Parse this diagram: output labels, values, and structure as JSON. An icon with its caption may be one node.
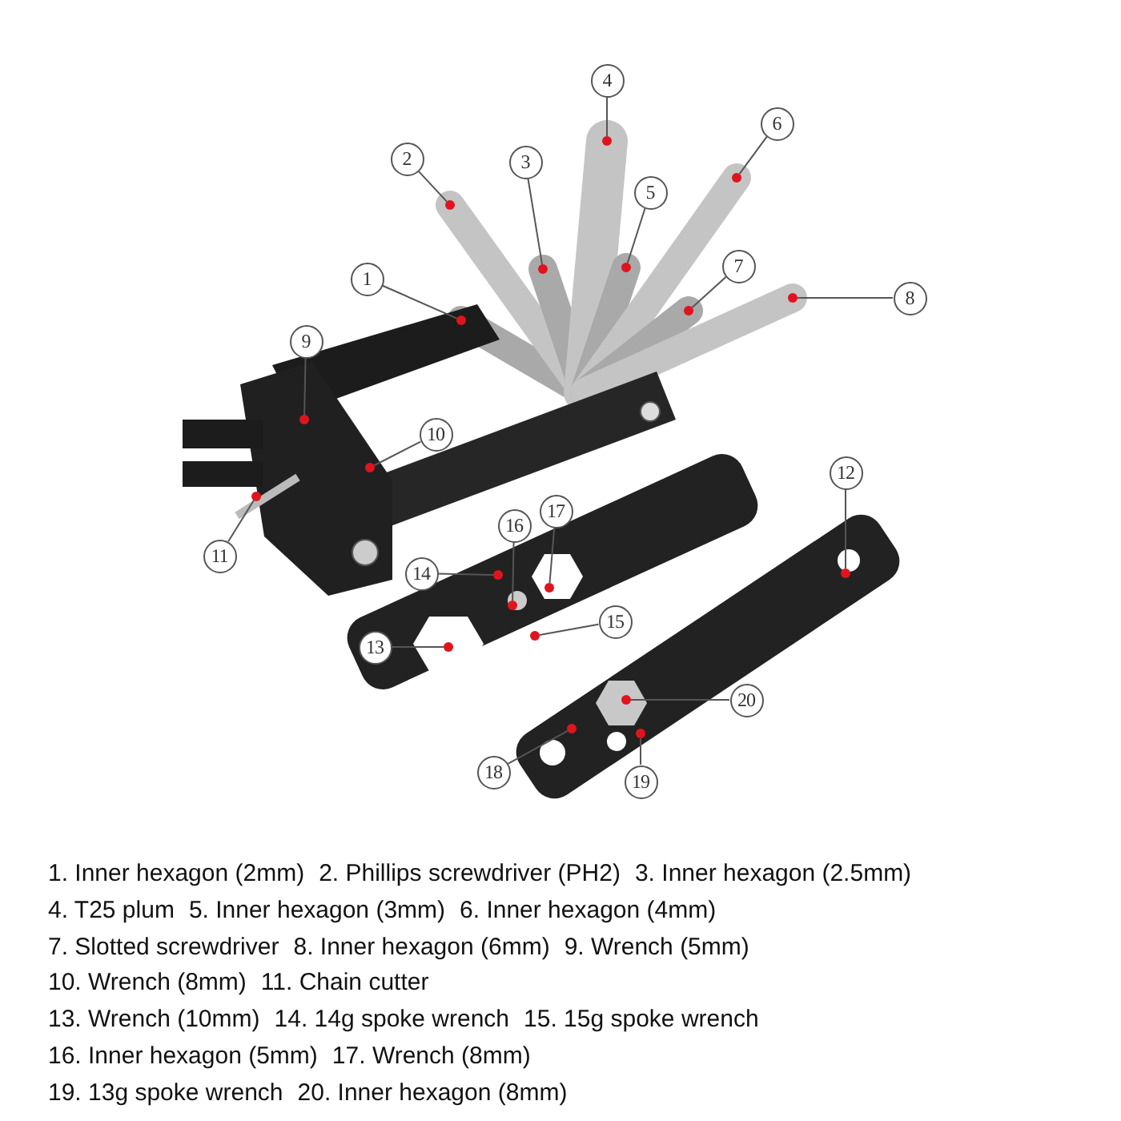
{
  "diagram": {
    "nodes": [
      {
        "text": [
          "1"
        ]
      },
      {
        "text": [
          "2"
        ]
      },
      {
        "text": [
          "3"
        ]
      },
      {
        "text": [
          "4"
        ]
      },
      {
        "text": [
          "5"
        ]
      },
      {
        "text": [
          "6"
        ]
      },
      {
        "text": [
          "7"
        ]
      },
      {
        "text": [
          "8"
        ]
      },
      {
        "text": [
          "9"
        ]
      },
      {
        "text": [
          "10"
        ]
      },
      {
        "text": [
          "11"
        ]
      },
      {
        "text": [
          "12"
        ]
      },
      {
        "text": [
          "13"
        ]
      },
      {
        "text": [
          "14"
        ]
      },
      {
        "text": [
          "15"
        ]
      },
      {
        "text": [
          "16"
        ]
      },
      {
        "text": [
          "17"
        ]
      },
      {
        "text": [
          "18"
        ]
      },
      {
        "text": [
          "19"
        ]
      },
      {
        "text": [
          "20"
        ]
      },
      {
        "text": [],
        "shape": "circle"
      },
      {
        "text": [],
        "shape": "circle"
      },
      {
        "text": [],
        "shape": "circle"
      },
      {
        "text": [],
        "shape": "circle"
      },
      {
        "text": [],
        "shape": "circle"
      },
      {
        "text": [],
        "shape": "circle"
      },
      {
        "text": [],
        "shape": "circle"
      },
      {
        "text": [],
        "shape": "circle"
      },
      {
        "text": [],
        "shape": "circle"
      },
      {
        "text": [],
        "shape": "circle"
      },
      {
        "text": [],
        "shape": "circle"
      },
      {
        "text": [],
        "shape": "circle"
      },
      {
        "text": [],
        "shape": "circle"
      },
      {
        "text": [],
        "shape": "circle"
      },
      {
        "text": [],
        "shape": "circle"
      },
      {
        "text": [],
        "shape": "circle"
      },
      {
        "text": [],
        "shape": "circle"
      },
      {
        "text": [],
        "shape": "circle"
      },
      {
        "text": [],
        "shape": "circle"
      },
      {
        "text": [],
        "shape": "circle"
      }
    ],
    "edges": [
      {
        "from": 0,
        "to": 20,
        "arrow": "none"
      },
      {
        "from": 1,
        "to": 21,
        "arrow": "none"
      },
      {
        "from": 2,
        "to": 22,
        "arrow": "none"
      },
      {
        "from": 3,
        "to": 23,
        "arrow": "none"
      },
      {
        "from": 4,
        "to": 24,
        "arrow": "none"
      },
      {
        "from": 5,
        "to": 25,
        "arrow": "none"
      },
      {
        "from": 6,
        "to": 26,
        "arrow": "none"
      },
      {
        "from": 7,
        "to": 27,
        "arrow": "none"
      },
      {
        "from": 8,
        "to": 28,
        "arrow": "none"
      },
      {
        "from": 9,
        "to": 29,
        "arrow": "none"
      },
      {
        "from": 10,
        "to": 30,
        "arrow": "none"
      },
      {
        "from": 11,
        "to": 31,
        "arrow": "none"
      },
      {
        "from": 12,
        "to": 32,
        "arrow": "none"
      },
      {
        "from": 13,
        "to": 33,
        "arrow": "none"
      },
      {
        "from": 14,
        "to": 34,
        "arrow": "none"
      },
      {
        "from": 15,
        "to": 35,
        "arrow": "none"
      },
      {
        "from": 16,
        "to": 36,
        "arrow": "none"
      },
      {
        "from": 17,
        "to": 37,
        "arrow": "none"
      },
      {
        "from": 18,
        "to": 38,
        "arrow": "none"
      },
      {
        "from": 19,
        "to": 39,
        "arrow": "none"
      }
    ],
    "labels": [
      "1. Inner hexagon (2mm)",
      "2. Phillips screwdriver (PH2)",
      "3. Inner hexagon (2.5mm)",
      "4. T25 plum",
      "5. Inner hexagon (3mm)",
      "6. Inner hexagon (4mm)",
      "7. Slotted screwdriver",
      "8. Inner hexagon (6mm)",
      "9. Wrench (5mm)",
      "10. Wrench (8mm)",
      "11. Chain cutter",
      "13. Wrench (10mm)",
      "14. 14g spoke wrench",
      "15. 15g spoke wrench",
      "16. Inner hexagon (5mm)",
      "17. Wrench (8mm)",
      "19. 13g spoke wrench",
      "20. Inner hexagon (8mm)"
    ]
  }
}
